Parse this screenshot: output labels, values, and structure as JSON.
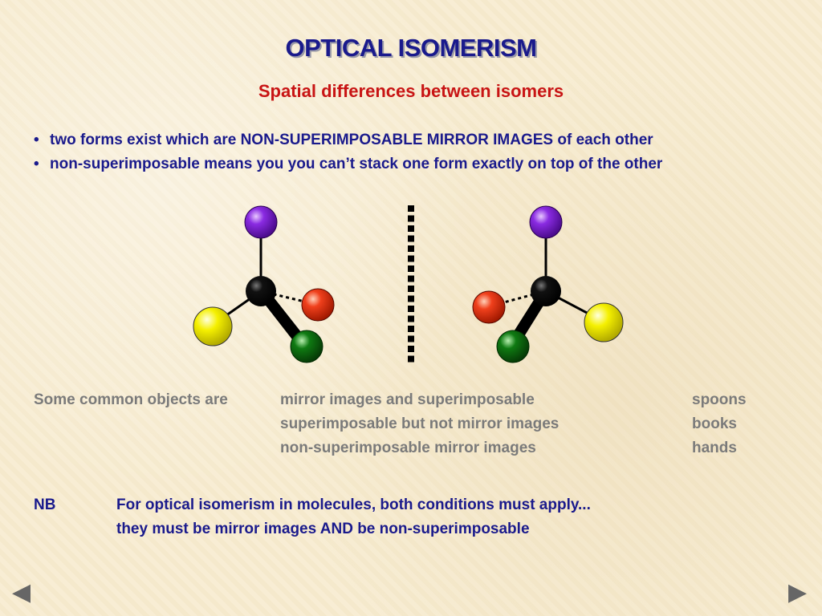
{
  "slide": {
    "title": "OPTICAL ISOMERISM",
    "subtitle": "Spatial differences between isomers"
  },
  "bullets": [
    "two forms exist which are NON-SUPERIMPOSABLE MIRROR IMAGES of each other",
    "non-superimposable means you you can’t stack one form exactly on top of the other"
  ],
  "bullet_symbol": "•",
  "objects": {
    "intro": "Some common objects are",
    "rows": [
      {
        "property": "mirror images and superimposable",
        "example": "spoons"
      },
      {
        "property": "superimposable but not mirror images",
        "example": "books"
      },
      {
        "property": "non-superimposable mirror images",
        "example": "hands"
      }
    ]
  },
  "note": {
    "label": "NB",
    "line1": "For optical isomerism in molecules, both conditions must apply...",
    "line2": "they must be mirror images AND be non-superimposable"
  },
  "nav": {
    "prev_icon": "◀",
    "next_icon": "▶"
  },
  "colors": {
    "title": "#1a1a8c",
    "subtitle": "#c81414",
    "body": "#1a1a8c",
    "muted": "#7a7a7a",
    "atom_purple": "#7b1fd6",
    "atom_red": "#f0401c",
    "atom_yellow": "#f5f000",
    "atom_green": "#0f7a12",
    "atom_black": "#000000"
  }
}
